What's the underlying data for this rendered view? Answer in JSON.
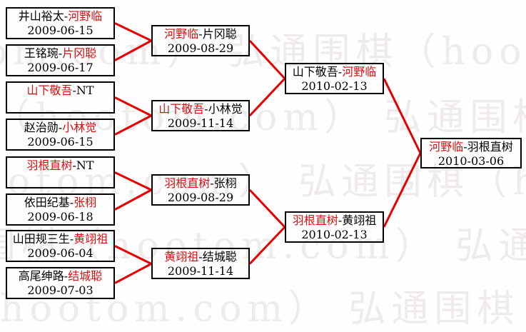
{
  "separator": "-",
  "watermark": {
    "text": "弘通围棋（hootom.com）"
  },
  "colors": {
    "line": "#e60000",
    "winner_text": "#d81010",
    "border": "#000000",
    "watermark": "#f0ebeb"
  },
  "matches": [
    {
      "round": "round1",
      "p1": "井山裕太",
      "p2": "河野临",
      "winner": "p2",
      "date": "2009-06-15"
    },
    {
      "round": "round1",
      "p1": "王铭琬",
      "p2": "片冈聪",
      "winner": "p2",
      "date": "2009-06-17"
    },
    {
      "round": "round1",
      "p1": "山下敬吾",
      "p2": "NT",
      "winner": "p1",
      "date": ""
    },
    {
      "round": "round1",
      "p1": "赵治勋",
      "p2": "小林觉",
      "winner": "p2",
      "date": "2009-06-15"
    },
    {
      "round": "round1",
      "p1": "羽根直树",
      "p2": "NT",
      "winner": "p1",
      "date": ""
    },
    {
      "round": "round1",
      "p1": "依田纪基",
      "p2": "张栩",
      "winner": "p2",
      "date": "2009-06-18"
    },
    {
      "round": "round1",
      "p1": "山田规三生",
      "p2": "黄翊祖",
      "winner": "p2",
      "date": "2009-06-04"
    },
    {
      "round": "round1",
      "p1": "高尾绅路",
      "p2": "结城聪",
      "winner": "p2",
      "date": "2009-07-03"
    },
    {
      "round": "quarterfinal",
      "p1": "河野临",
      "p2": "片冈聪",
      "winner": "p1",
      "date": "2009-08-29"
    },
    {
      "round": "quarterfinal",
      "p1": "山下敬吾",
      "p2": "小林觉",
      "winner": "p1",
      "date": "2009-11-14"
    },
    {
      "round": "quarterfinal",
      "p1": "羽根直树",
      "p2": "张栩",
      "winner": "p1",
      "date": "2009-08-29"
    },
    {
      "round": "quarterfinal",
      "p1": "黄翊祖",
      "p2": "结城聪",
      "winner": "p1",
      "date": "2009-11-14"
    },
    {
      "round": "semifinal",
      "p1": "山下敬吾",
      "p2": "河野临",
      "winner": "p2",
      "date": "2010-02-13"
    },
    {
      "round": "semifinal",
      "p1": "羽根直树",
      "p2": "黄翊祖",
      "winner": "p1",
      "date": "2010-02-13"
    },
    {
      "round": "final",
      "p1": "河野临",
      "p2": "羽根直树",
      "winner": "p1",
      "date": "2010-03-06"
    }
  ]
}
